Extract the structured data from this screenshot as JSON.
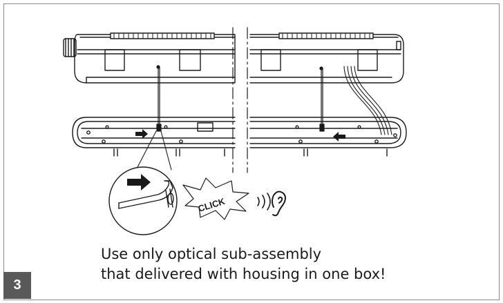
{
  "step": {
    "number": "3"
  },
  "illustration": {
    "click_label": "CLICK"
  },
  "caption": {
    "line1": "Use only optical sub-assembly",
    "line2": "that delivered with housing in one box!"
  },
  "colors": {
    "line": "#1a1a1a",
    "badge": "#595959",
    "frame": "#8a8a8a"
  },
  "icons": [
    "arrow-right-icon",
    "arrow-left-icon",
    "ear-icon",
    "sound-waves-icon",
    "click-burst-icon"
  ]
}
